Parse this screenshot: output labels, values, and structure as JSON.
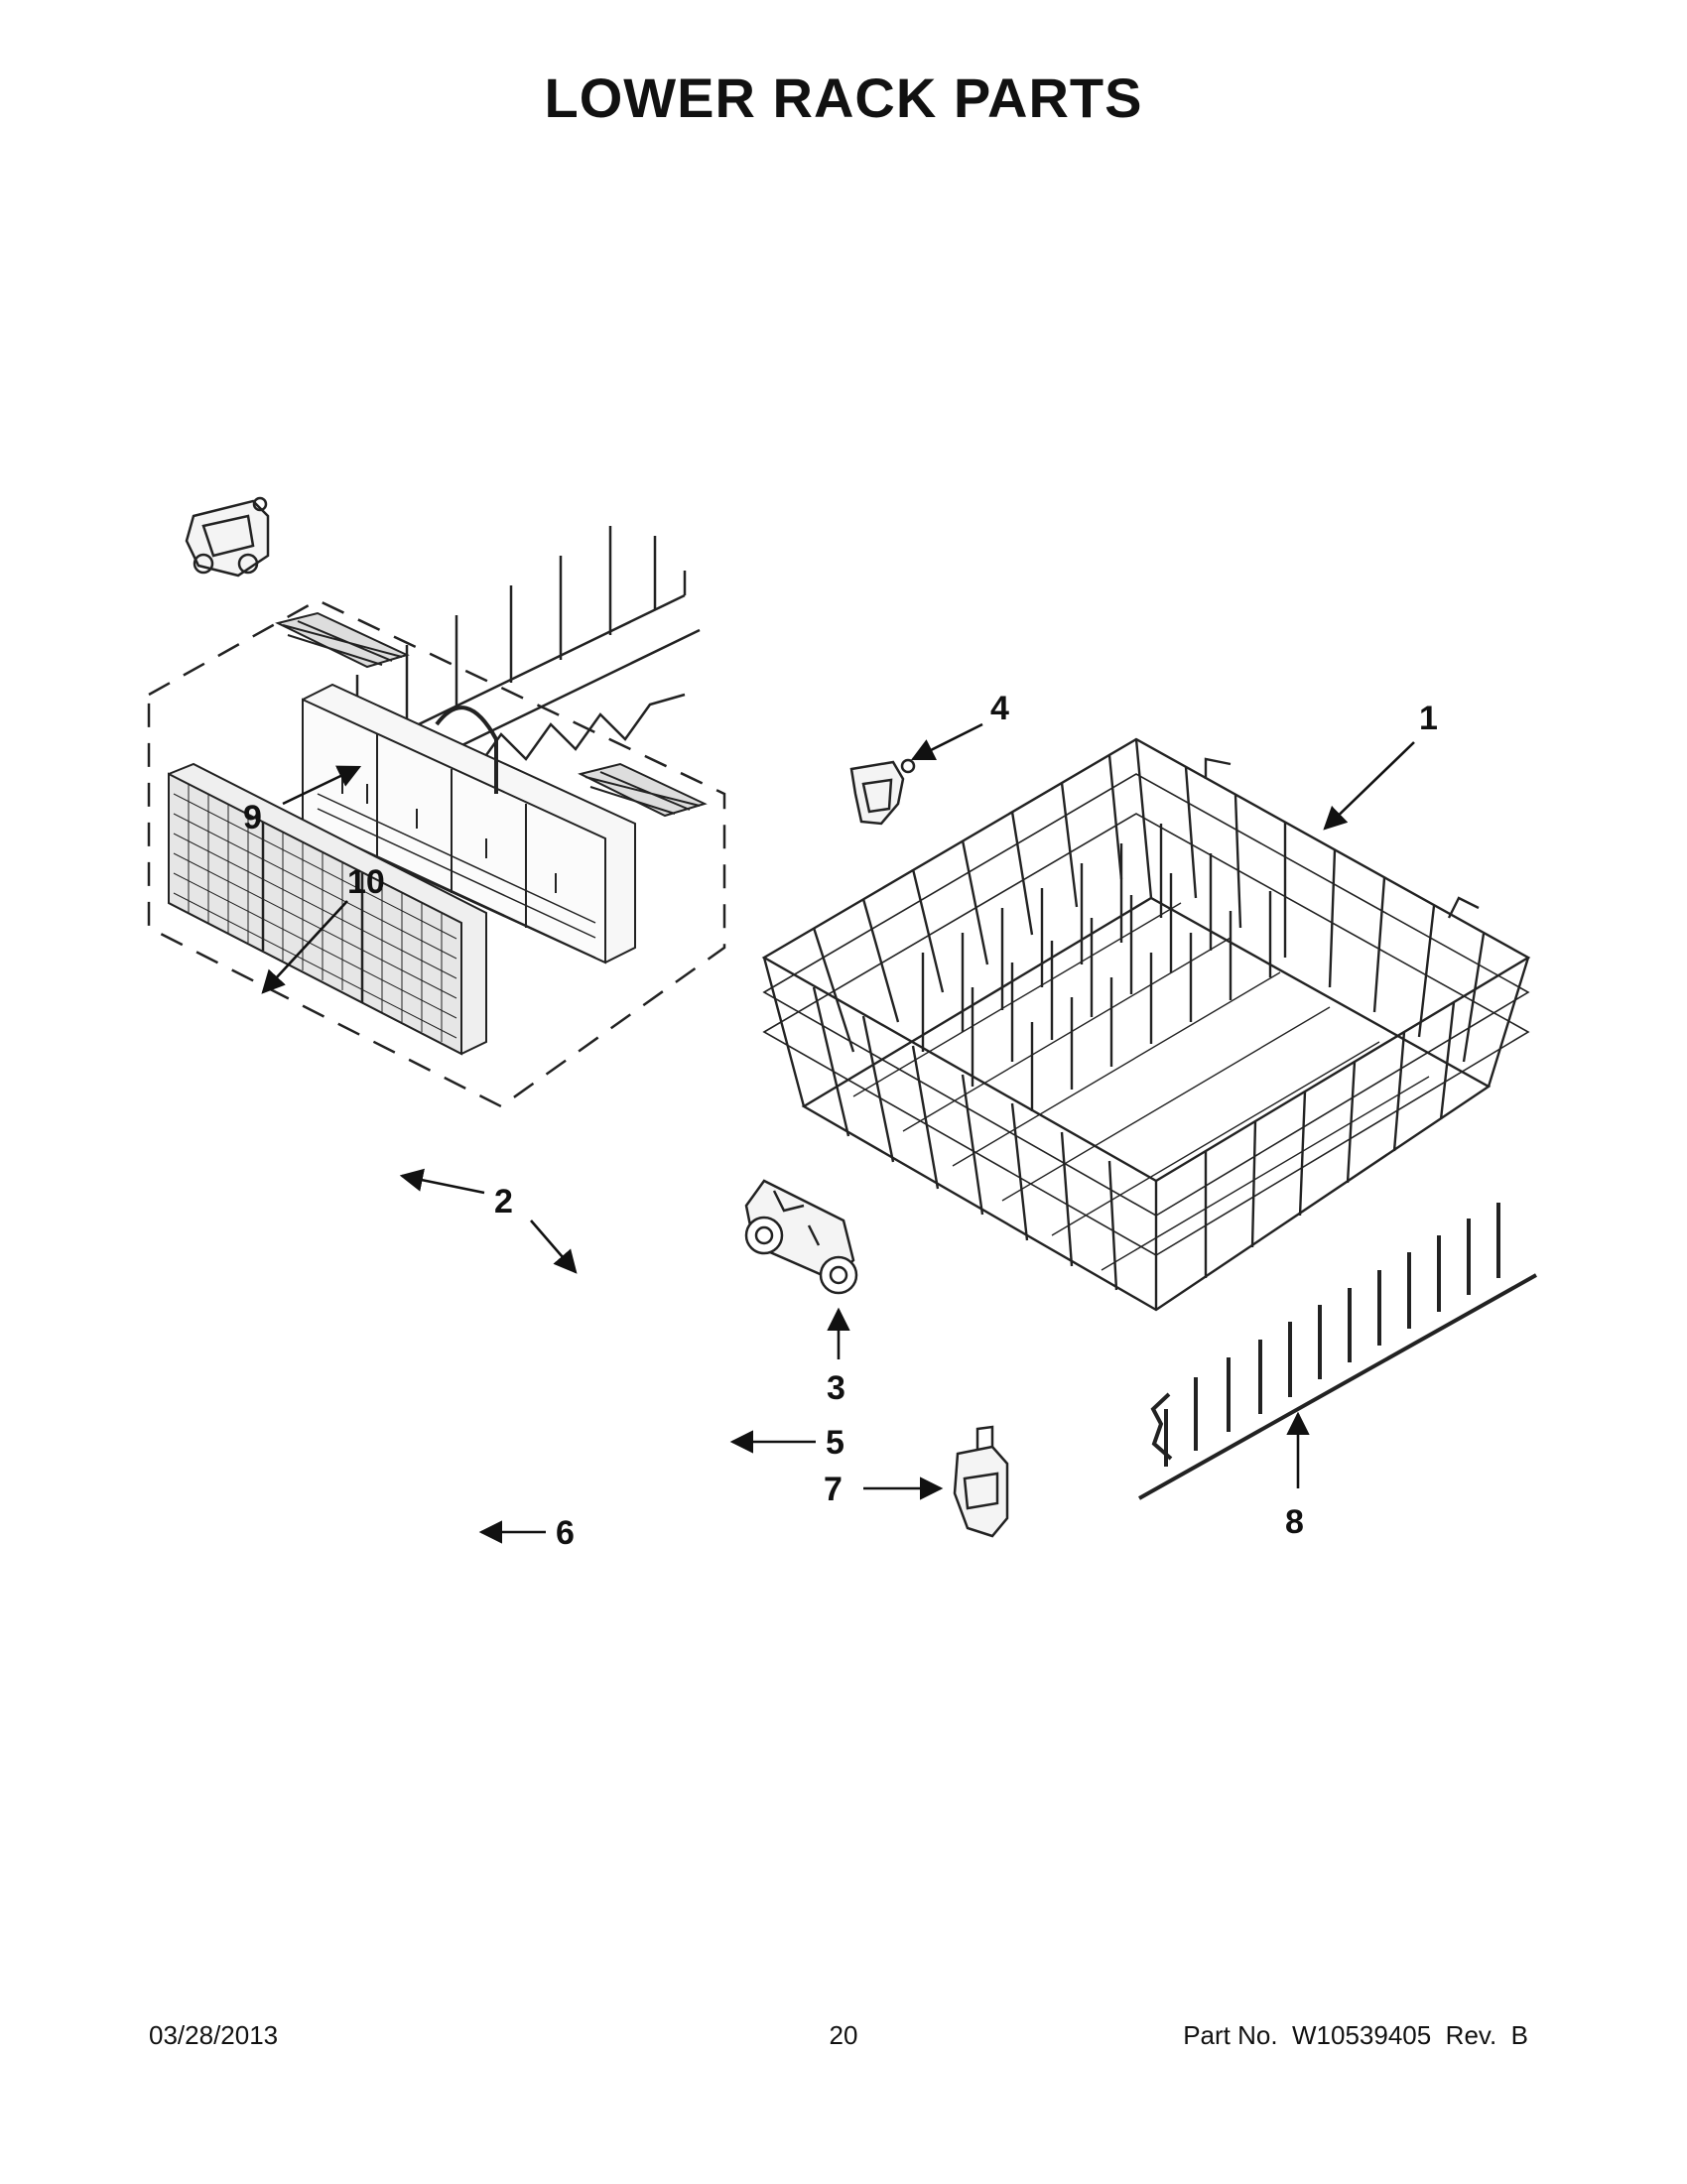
{
  "title": "LOWER RACK PARTS",
  "callouts": {
    "c1": "1",
    "c2": "2",
    "c3": "3",
    "c4": "4",
    "c5": "5",
    "c6": "6",
    "c7": "7",
    "c8": "8",
    "c9": "9",
    "c10": "10"
  },
  "footer": {
    "date": "03/28/2013",
    "page": "20",
    "part_no": "Part No.  W10539405  Rev.  B"
  }
}
